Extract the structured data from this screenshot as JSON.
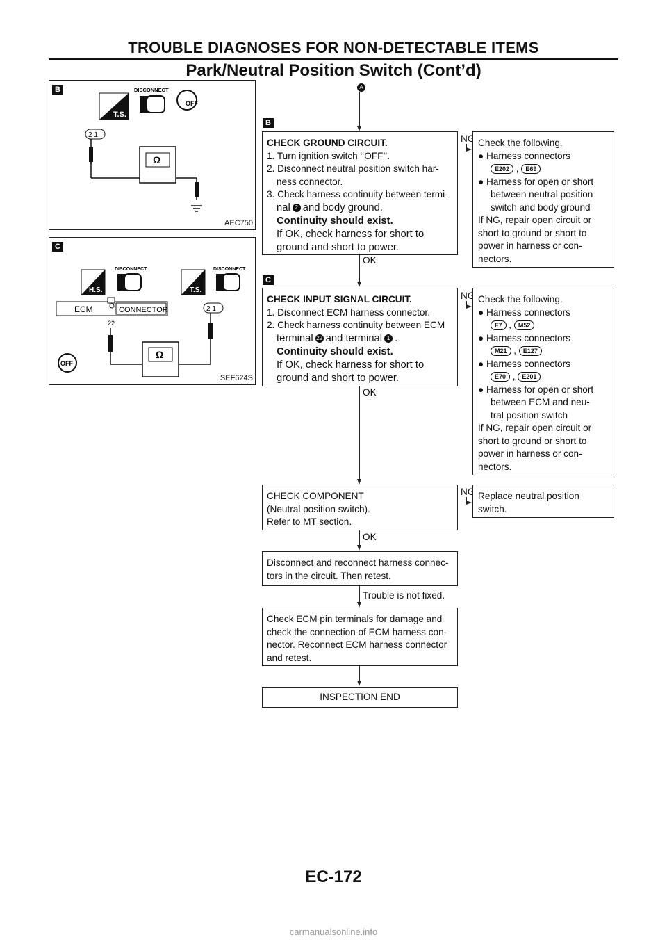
{
  "header": {
    "title": "TROUBLE DIAGNOSES FOR NON-DETECTABLE ITEMS",
    "subtitle": "Park/Neutral Position Switch (Cont’d)"
  },
  "start_marker": "A",
  "figures": [
    {
      "mark": "B",
      "id": "AEC750",
      "labels": {
        "ts": "T.S.",
        "disconnect": "DISCONNECT",
        "off": "OFF",
        "pins": "2 1",
        "ohm": "Ω"
      }
    },
    {
      "mark": "C",
      "id": "SEF624S",
      "labels": {
        "hs": "H.S.",
        "ts": "T.S.",
        "disconnect1": "DISCONNECT",
        "disconnect2": "DISCONNECT",
        "ecm": "ECM",
        "connector": "CONNECTOR",
        "pin22": "22",
        "pins": "2 1",
        "ohm": "Ω",
        "off": "OFF"
      }
    }
  ],
  "steps": [
    {
      "mark": "B",
      "title": "CHECK GROUND CIRCUIT.",
      "lines": [
        "1. Turn ignition switch ‘‘OFF’’.",
        "2. Disconnect neutral position switch har-",
        "ness connector.",
        "3. Check harness continuity between termi-"
      ],
      "terminal_pre": "nal",
      "terminal_num": "2",
      "terminal_post": "and body ground.",
      "bold": "Continuity should exist.",
      "big1": "If OK, check harness for short to",
      "big2": "ground and short to power.",
      "ok": "OK",
      "ng": "NG",
      "remedy": {
        "intro": "Check the following.",
        "b1": "Harness connectors",
        "c1a": "E202",
        "c1b": "E69",
        "b2": "Harness for open or short",
        "b2a": "between neutral position",
        "b2b": "switch and body ground",
        "tail1": "If NG, repair open circuit or",
        "tail2": "short to ground or short to",
        "tail3": "power in harness or con-",
        "tail4": "nectors."
      }
    },
    {
      "mark": "C",
      "title": "CHECK INPUT SIGNAL CIRCUIT.",
      "lines": [
        "1. Disconnect ECM harness connector.",
        "2. Check harness continuity between ECM"
      ],
      "terminal_pre": "terminal",
      "terminal_num": "22",
      "terminal_mid": "and terminal",
      "terminal_num2": "1",
      "terminal_post": ".",
      "bold": "Continuity should exist.",
      "big1": "If OK, check harness for short to",
      "big2": "ground and short to power.",
      "ok": "OK",
      "ng": "NG",
      "remedy": {
        "intro": "Check the following.",
        "b1": "Harness connectors",
        "c1a": "F7",
        "c1b": "M52",
        "b2": "Harness connectors",
        "c2a": "M21",
        "c2b": "E127",
        "b3": "Harness connectors",
        "c3a": "E70",
        "c3b": "E201",
        "b4": "Harness for open or short",
        "b4a": "between ECM and neu-",
        "b4b": "tral position switch",
        "tail1": "If NG, repair open circuit or",
        "tail2": "short to ground or short to",
        "tail3": "power in harness or con-",
        "tail4": "nectors."
      }
    },
    {
      "line1": "CHECK COMPONENT",
      "line2": "(Neutral position switch).",
      "line3": "Refer to MT section.",
      "ok": "OK",
      "ng": "NG",
      "remedy1": "Replace neutral position",
      "remedy2": "switch."
    },
    {
      "line1": "Disconnect and reconnect harness connec-",
      "line2": "tors in the circuit. Then retest.",
      "result": "Trouble is not fixed."
    },
    {
      "line1": "Check ECM pin terminals for damage and",
      "line2": "check the connection of ECM harness con-",
      "line3": "nector. Reconnect ECM harness connector",
      "line4": "and retest."
    },
    {
      "end": "INSPECTION END"
    }
  ],
  "footer": {
    "page": "EC-172",
    "watermark": "carmanualsonline.info"
  }
}
